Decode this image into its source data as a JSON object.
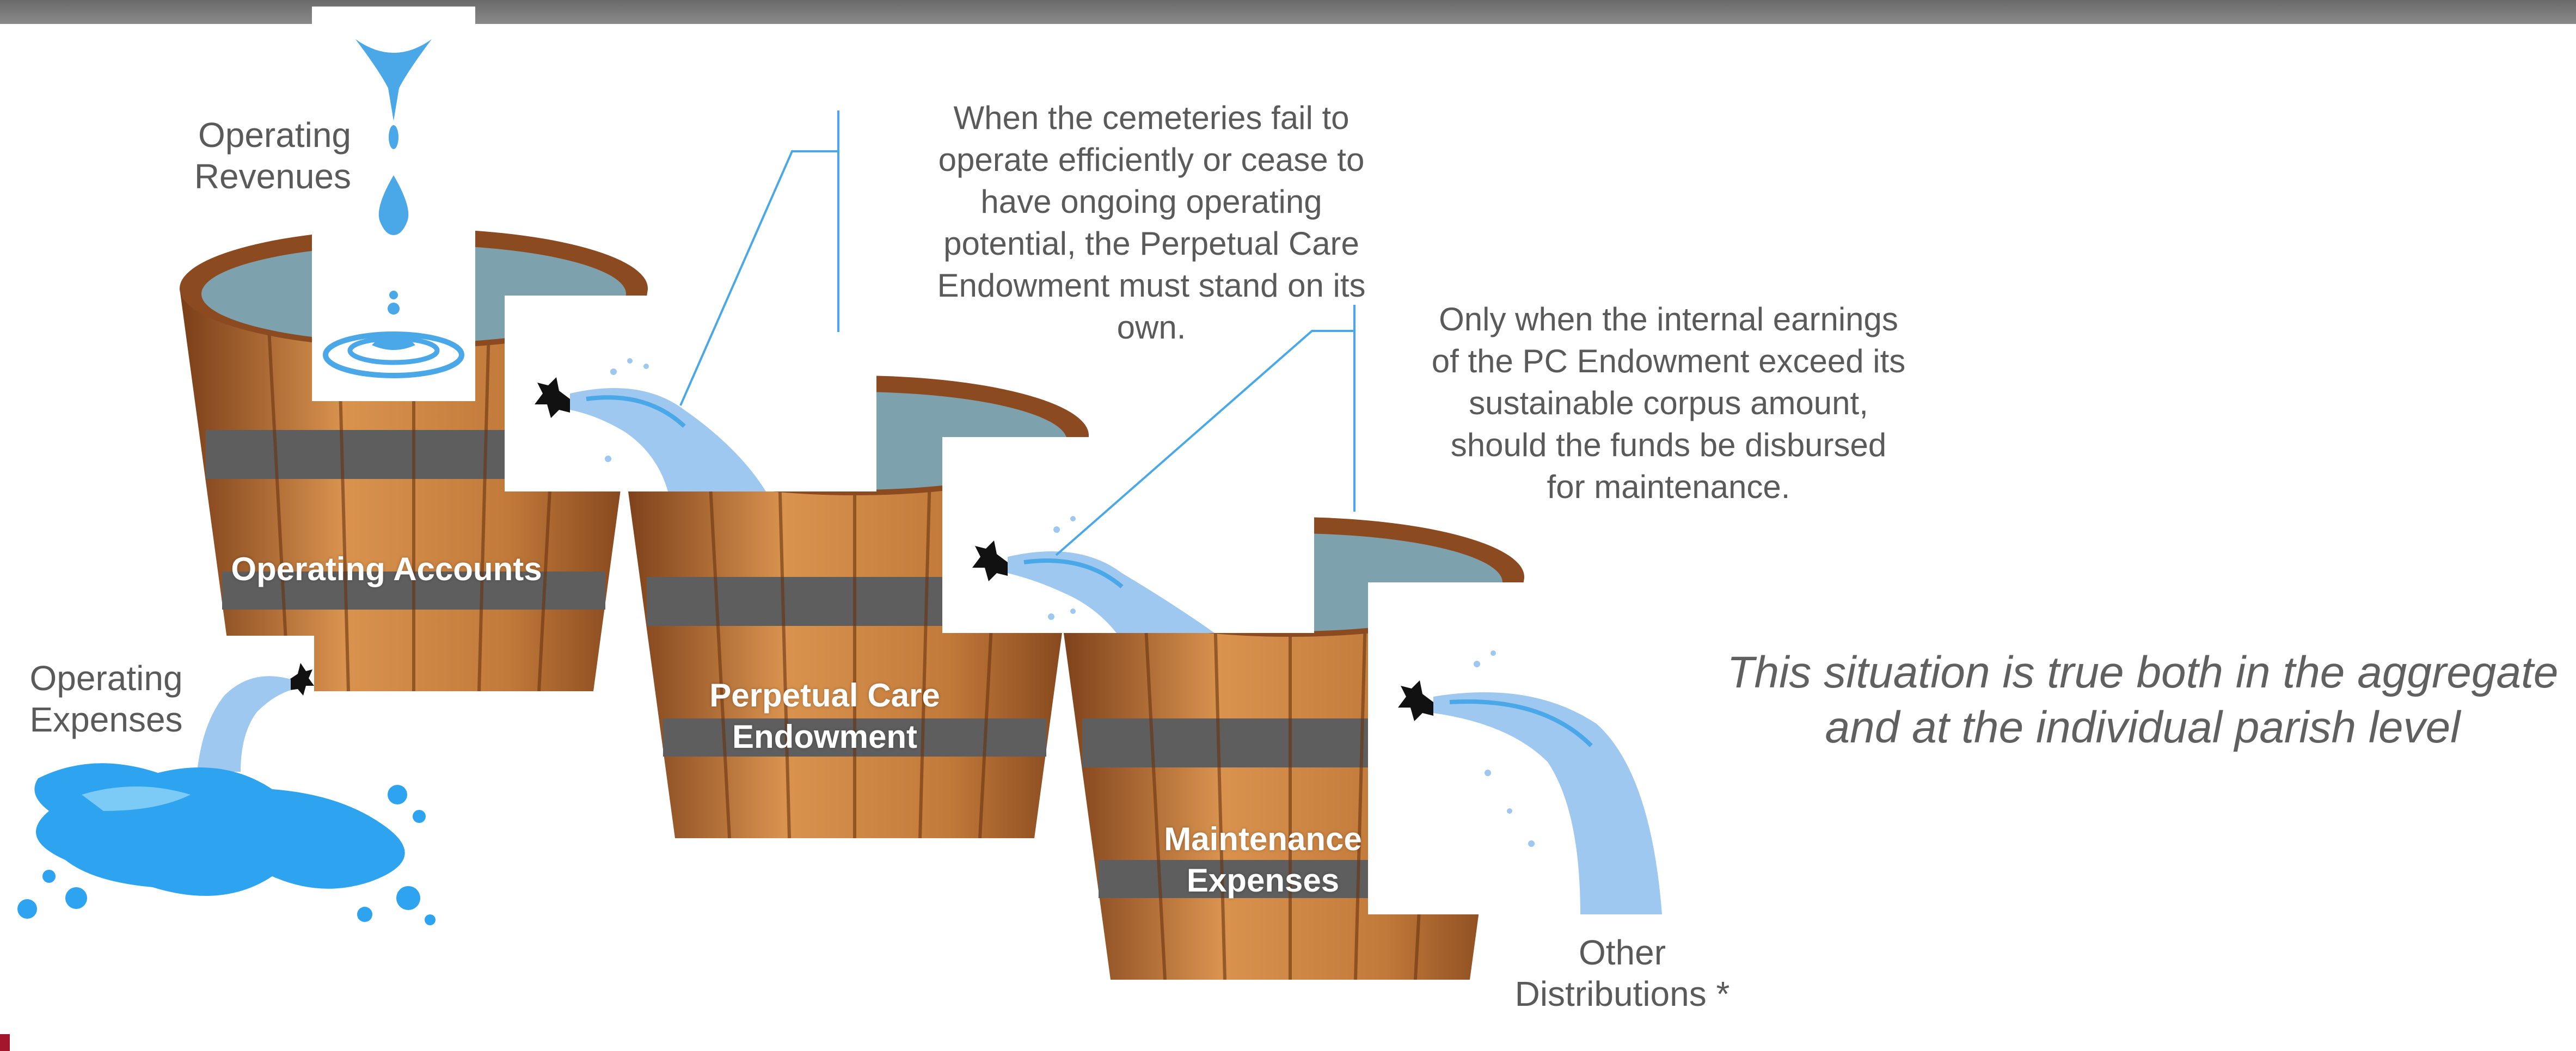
{
  "labels": {
    "operating_revenues": "Operating\nRevenues",
    "operating_expenses": "Operating\nExpenses",
    "other_distributions": "Other\nDistributions *"
  },
  "buckets": {
    "operating_accounts": "Operating Accounts",
    "perpetual_care": "Perpetual Care\nEndowment",
    "maintenance": "Maintenance\nExpenses"
  },
  "notes": {
    "cemeteries_fail": "When the cemeteries fail to\noperate efficiently or cease to\nhave ongoing operating\npotential, the Perpetual Care\nEndowment must stand on its\nown.",
    "internal_earnings": "Only when the internal earnings\nof the PC Endowment exceed its\nsustainable corpus amount,\nshould the funds be disbursed\nfor maintenance."
  },
  "situation": "This situation is true both in the aggregate\nand at the individual parish level",
  "colors": {
    "wood_dark": "#8a4a1f",
    "wood_light": "#d08a4a",
    "band": "#6b6b6b",
    "water": "#9ec8f0",
    "water_dark": "#4aa8e8",
    "callout_line": "#4aa8e8"
  }
}
